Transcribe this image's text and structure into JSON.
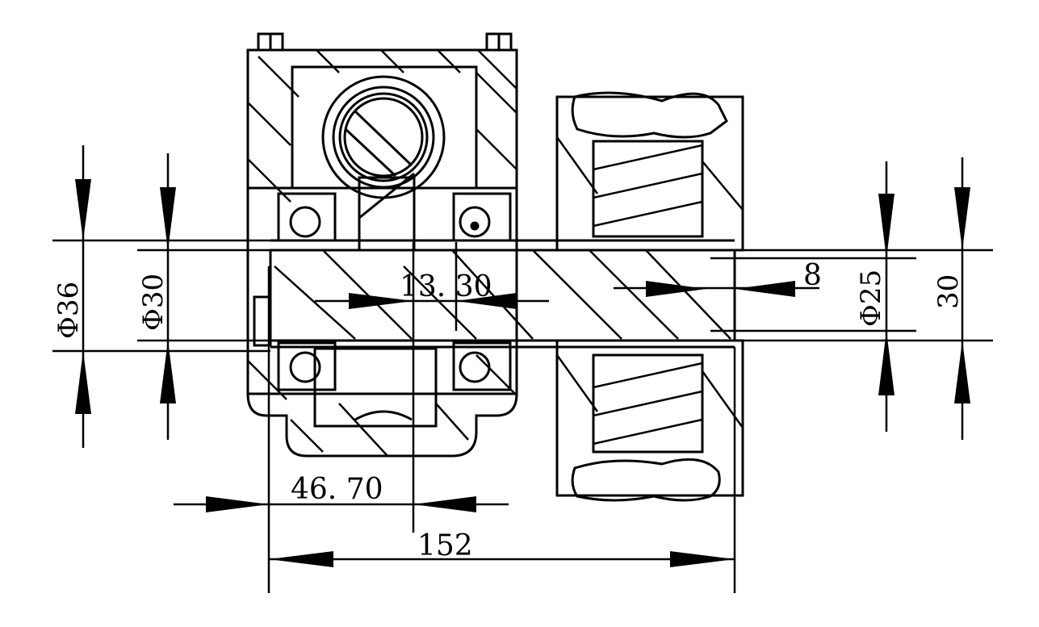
{
  "dimensions": {
    "d36": "Φ36",
    "d30": "Φ30",
    "d25": "Φ25",
    "w30": "30",
    "gap8": "8",
    "offset_13_30": "13. 30",
    "offset_46_70": "46. 70",
    "length_152": "152"
  },
  "colors": {
    "line": "#000000",
    "background": "#ffffff"
  }
}
